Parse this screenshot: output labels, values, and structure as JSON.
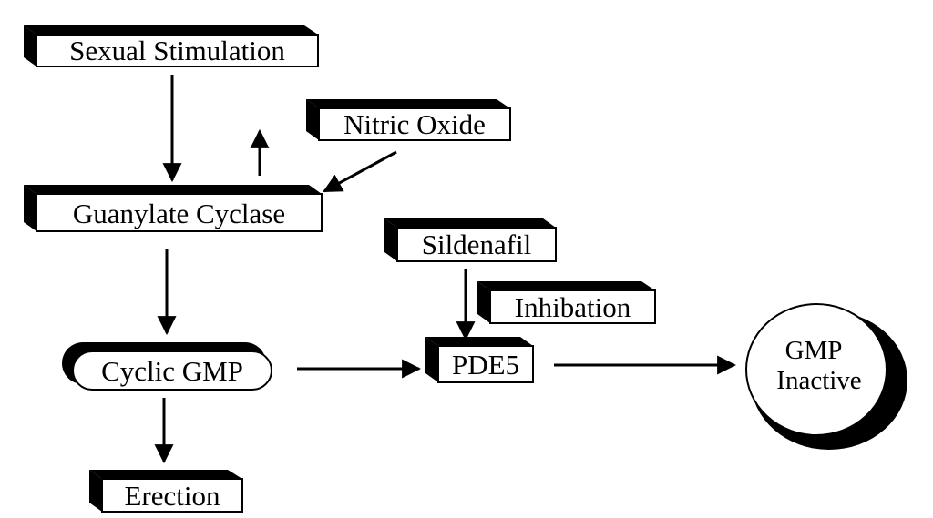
{
  "diagram": {
    "nodes": {
      "sexual_stimulation": "Sexual Stimulation",
      "nitric_oxide": "Nitric Oxide",
      "guanylate_cyclase": "Guanylate Cyclase",
      "sildenafil": "Sildenafil",
      "inhibation": "Inhibation",
      "cyclic_gmp": "Cyclic GMP",
      "pde5": "PDE5",
      "gmp_inactive_line1": "GMP",
      "gmp_inactive_line2": "Inactive",
      "erection": "Erection"
    }
  }
}
